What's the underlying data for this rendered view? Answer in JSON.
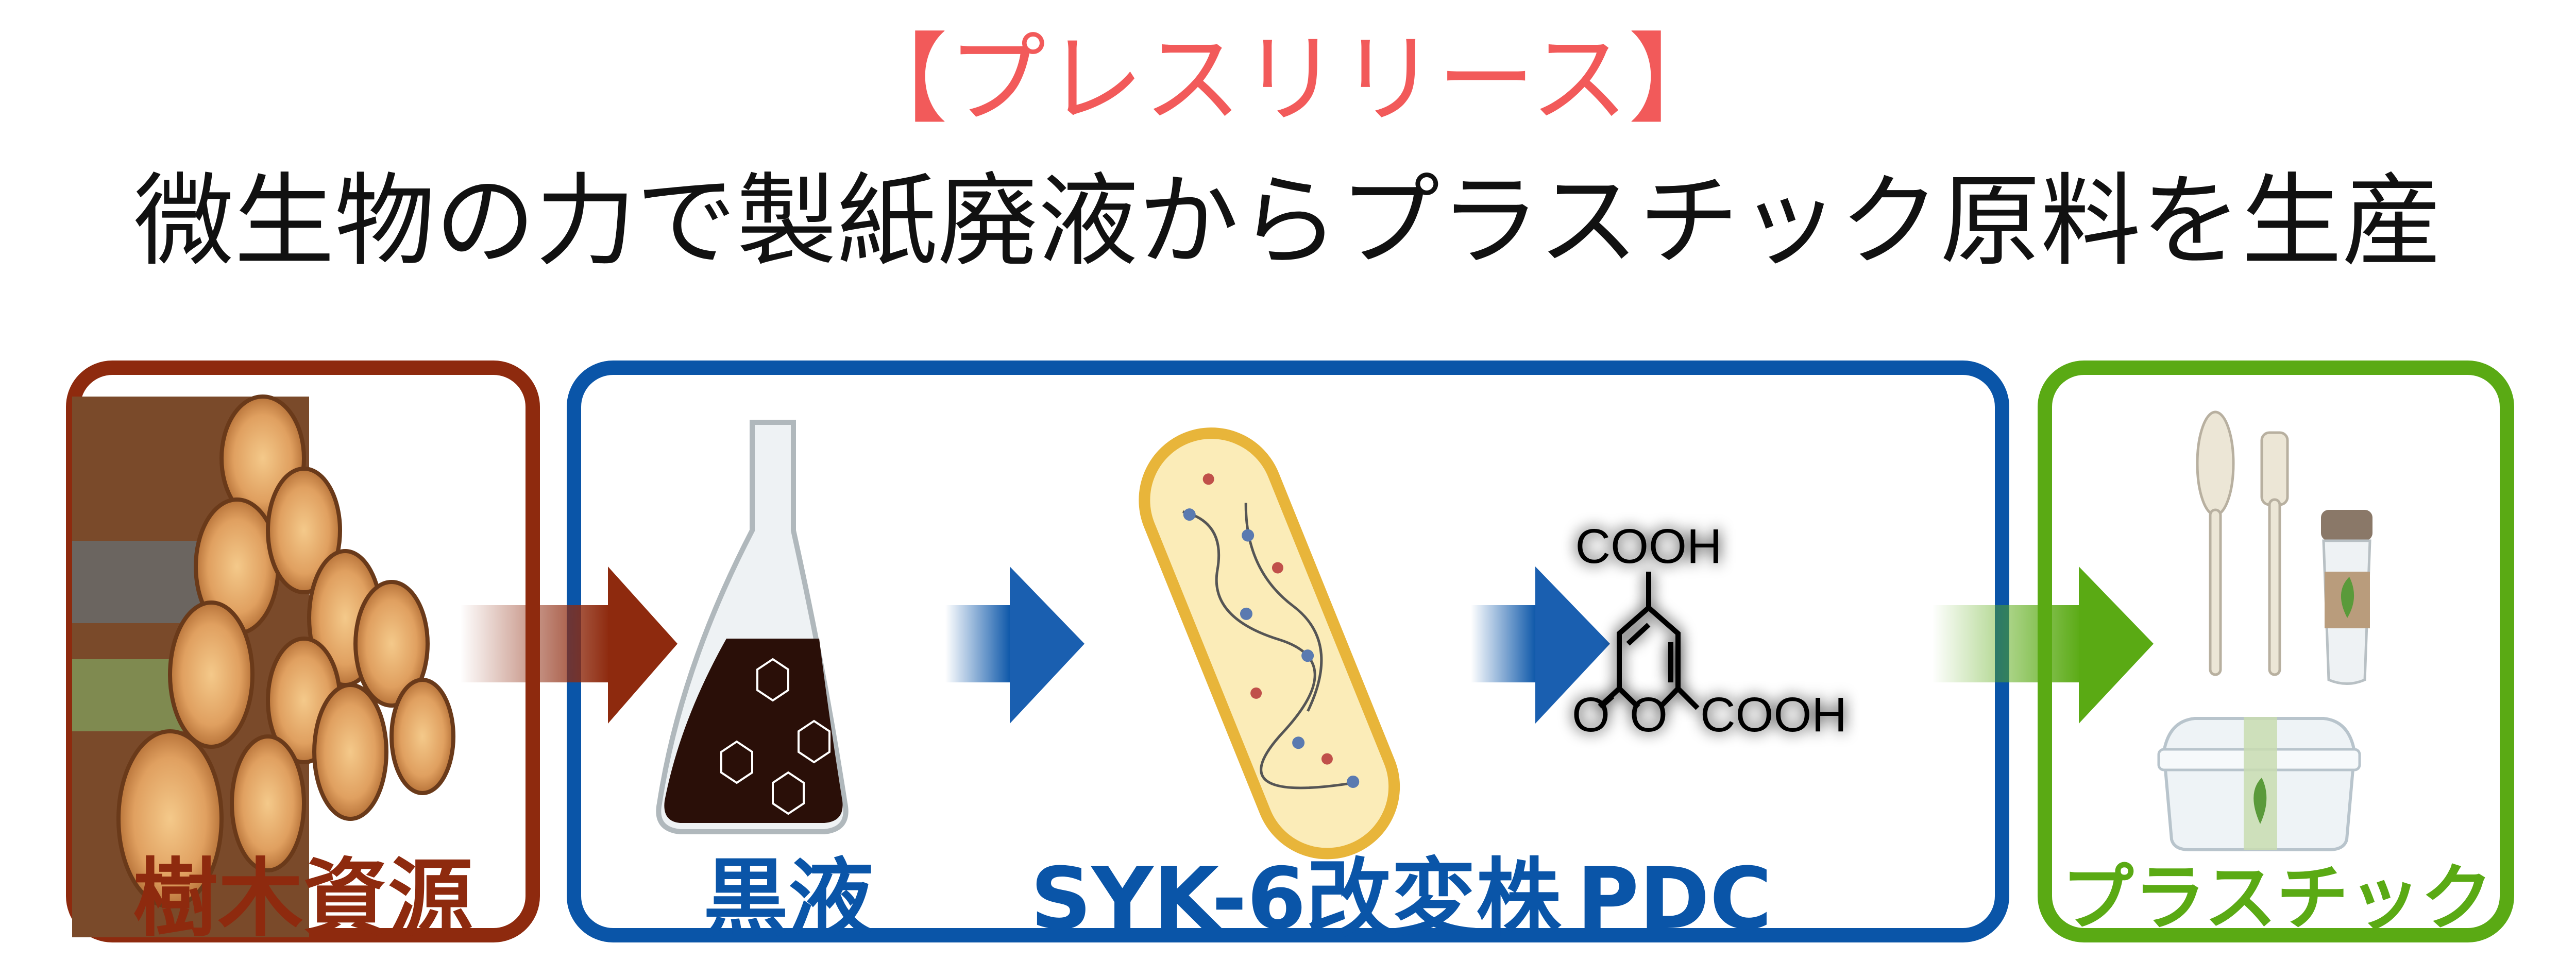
{
  "header": {
    "subtitle": "【プレスリリース】",
    "title": "微生物の力で製紙廃液からプラスチック原料を生産"
  },
  "stages": [
    {
      "label": "樹木資源",
      "icon": "logs-icon",
      "color": "#8e2a0e"
    },
    {
      "label": "黒液",
      "icon": "flask-icon",
      "color": "#0a55a8"
    },
    {
      "label": "SYK-6改変株",
      "icon": "bacterium-icon",
      "color": "#0a55a8"
    },
    {
      "label": "PDC",
      "icon": "molecule-icon",
      "color": "#0a55a8"
    },
    {
      "label": "プラスチック",
      "icon": "plastic-products-icon",
      "color": "#5aaa14"
    }
  ],
  "molecule": {
    "top_group": "COOH",
    "right_group": "COOH",
    "exo_oxygen": "O",
    "ring_oxygen": "O"
  },
  "colors": {
    "accent": "#f25a5a",
    "brown": "#8e2a0e",
    "blue": "#0a55a8",
    "green": "#5aaa14"
  }
}
